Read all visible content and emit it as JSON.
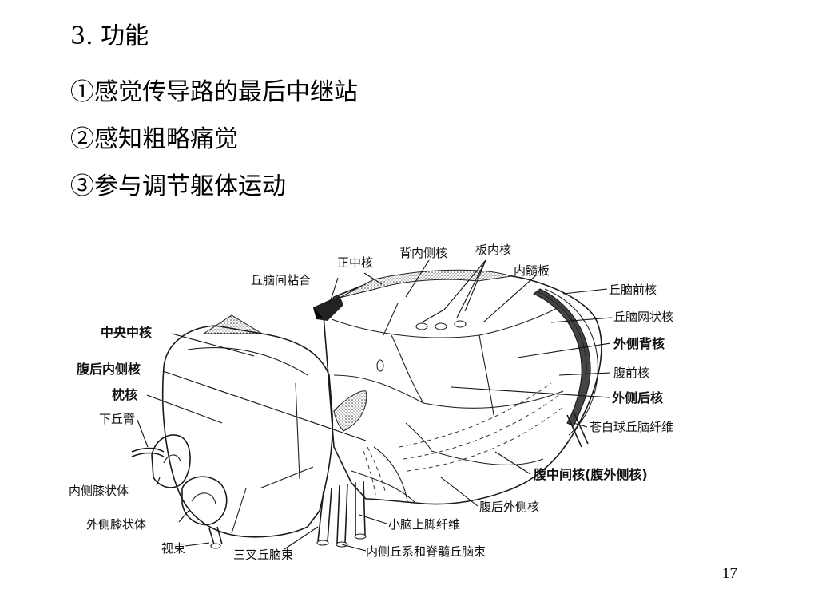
{
  "slide": {
    "title": "3. 功能",
    "lines": [
      "①感觉传导路的最后中继站",
      "②感知粗略痛觉",
      "③参与调节躯体运动"
    ],
    "page_number": "17"
  },
  "diagram": {
    "labels": {
      "zhengzhonghe": "正中核",
      "beineicehe": "背内侧核",
      "banneihe": "板内核",
      "qiunaojianzhanhe": "丘脑间粘合",
      "neisuiban": "内髓板",
      "qiunaoqianhe": "丘脑前核",
      "qiunaowangzhuanghe": "丘脑网状核",
      "zhongyangzhonghe": "中央中核",
      "waicebeihe": "外侧背核",
      "fuhouneicehe": "腹后内侧核",
      "fuqianhe": "腹前核",
      "zhenhe": "枕核",
      "waicehouhe": "外侧后核",
      "xiaqiubi": "下丘臂",
      "cangbaiqiu": "苍白球丘脑纤维",
      "fuzhongjianhe": "腹中间核(腹外侧核)",
      "neicexizhuangti": "内侧膝状体",
      "fuhouwaicehe": "腹后外侧核",
      "waicexizhuangti": "外侧膝状体",
      "xiaonaoshangjiao": "小脑上脚纤维",
      "shishu": "视束",
      "sanchaqiunaoshu": "三叉丘脑束",
      "neiceqiuxi": "内侧丘系和脊髓丘脑束"
    }
  }
}
